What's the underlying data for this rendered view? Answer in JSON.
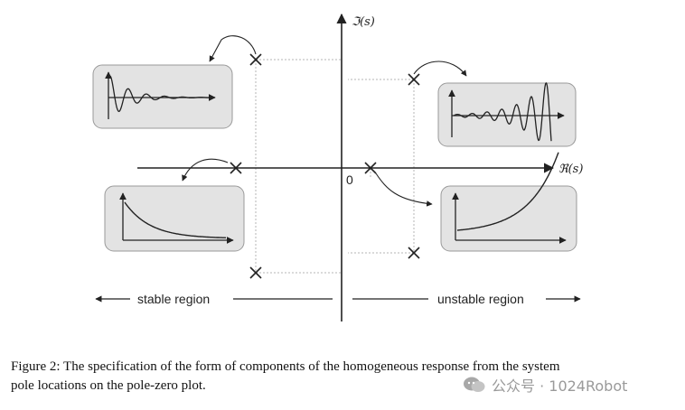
{
  "axes": {
    "imag_label": "ℑ(s)",
    "real_label": "ℜ(s)",
    "origin_label": "0"
  },
  "regions": {
    "stable": "stable region",
    "unstable": "unstable region"
  },
  "caption": {
    "line1": "Figure 2:  The specification of the form of components of the homogeneous response from the system",
    "line2": "pole locations on the pole-zero plot."
  },
  "watermark": {
    "text": "公众号 · 1024Robot"
  },
  "colors": {
    "axis": "#222222",
    "box_fill": "#e3e3e3",
    "box_stroke": "#9a9a9a",
    "dotted": "#b5b5b5"
  },
  "responses": [
    {
      "id": "stable-oscillatory",
      "description_icon": "decaying-oscillation"
    },
    {
      "id": "unstable-oscillatory",
      "description_icon": "growing-oscillation"
    },
    {
      "id": "stable-real",
      "description_icon": "exponential-decay"
    },
    {
      "id": "unstable-real",
      "description_icon": "exponential-growth"
    }
  ]
}
